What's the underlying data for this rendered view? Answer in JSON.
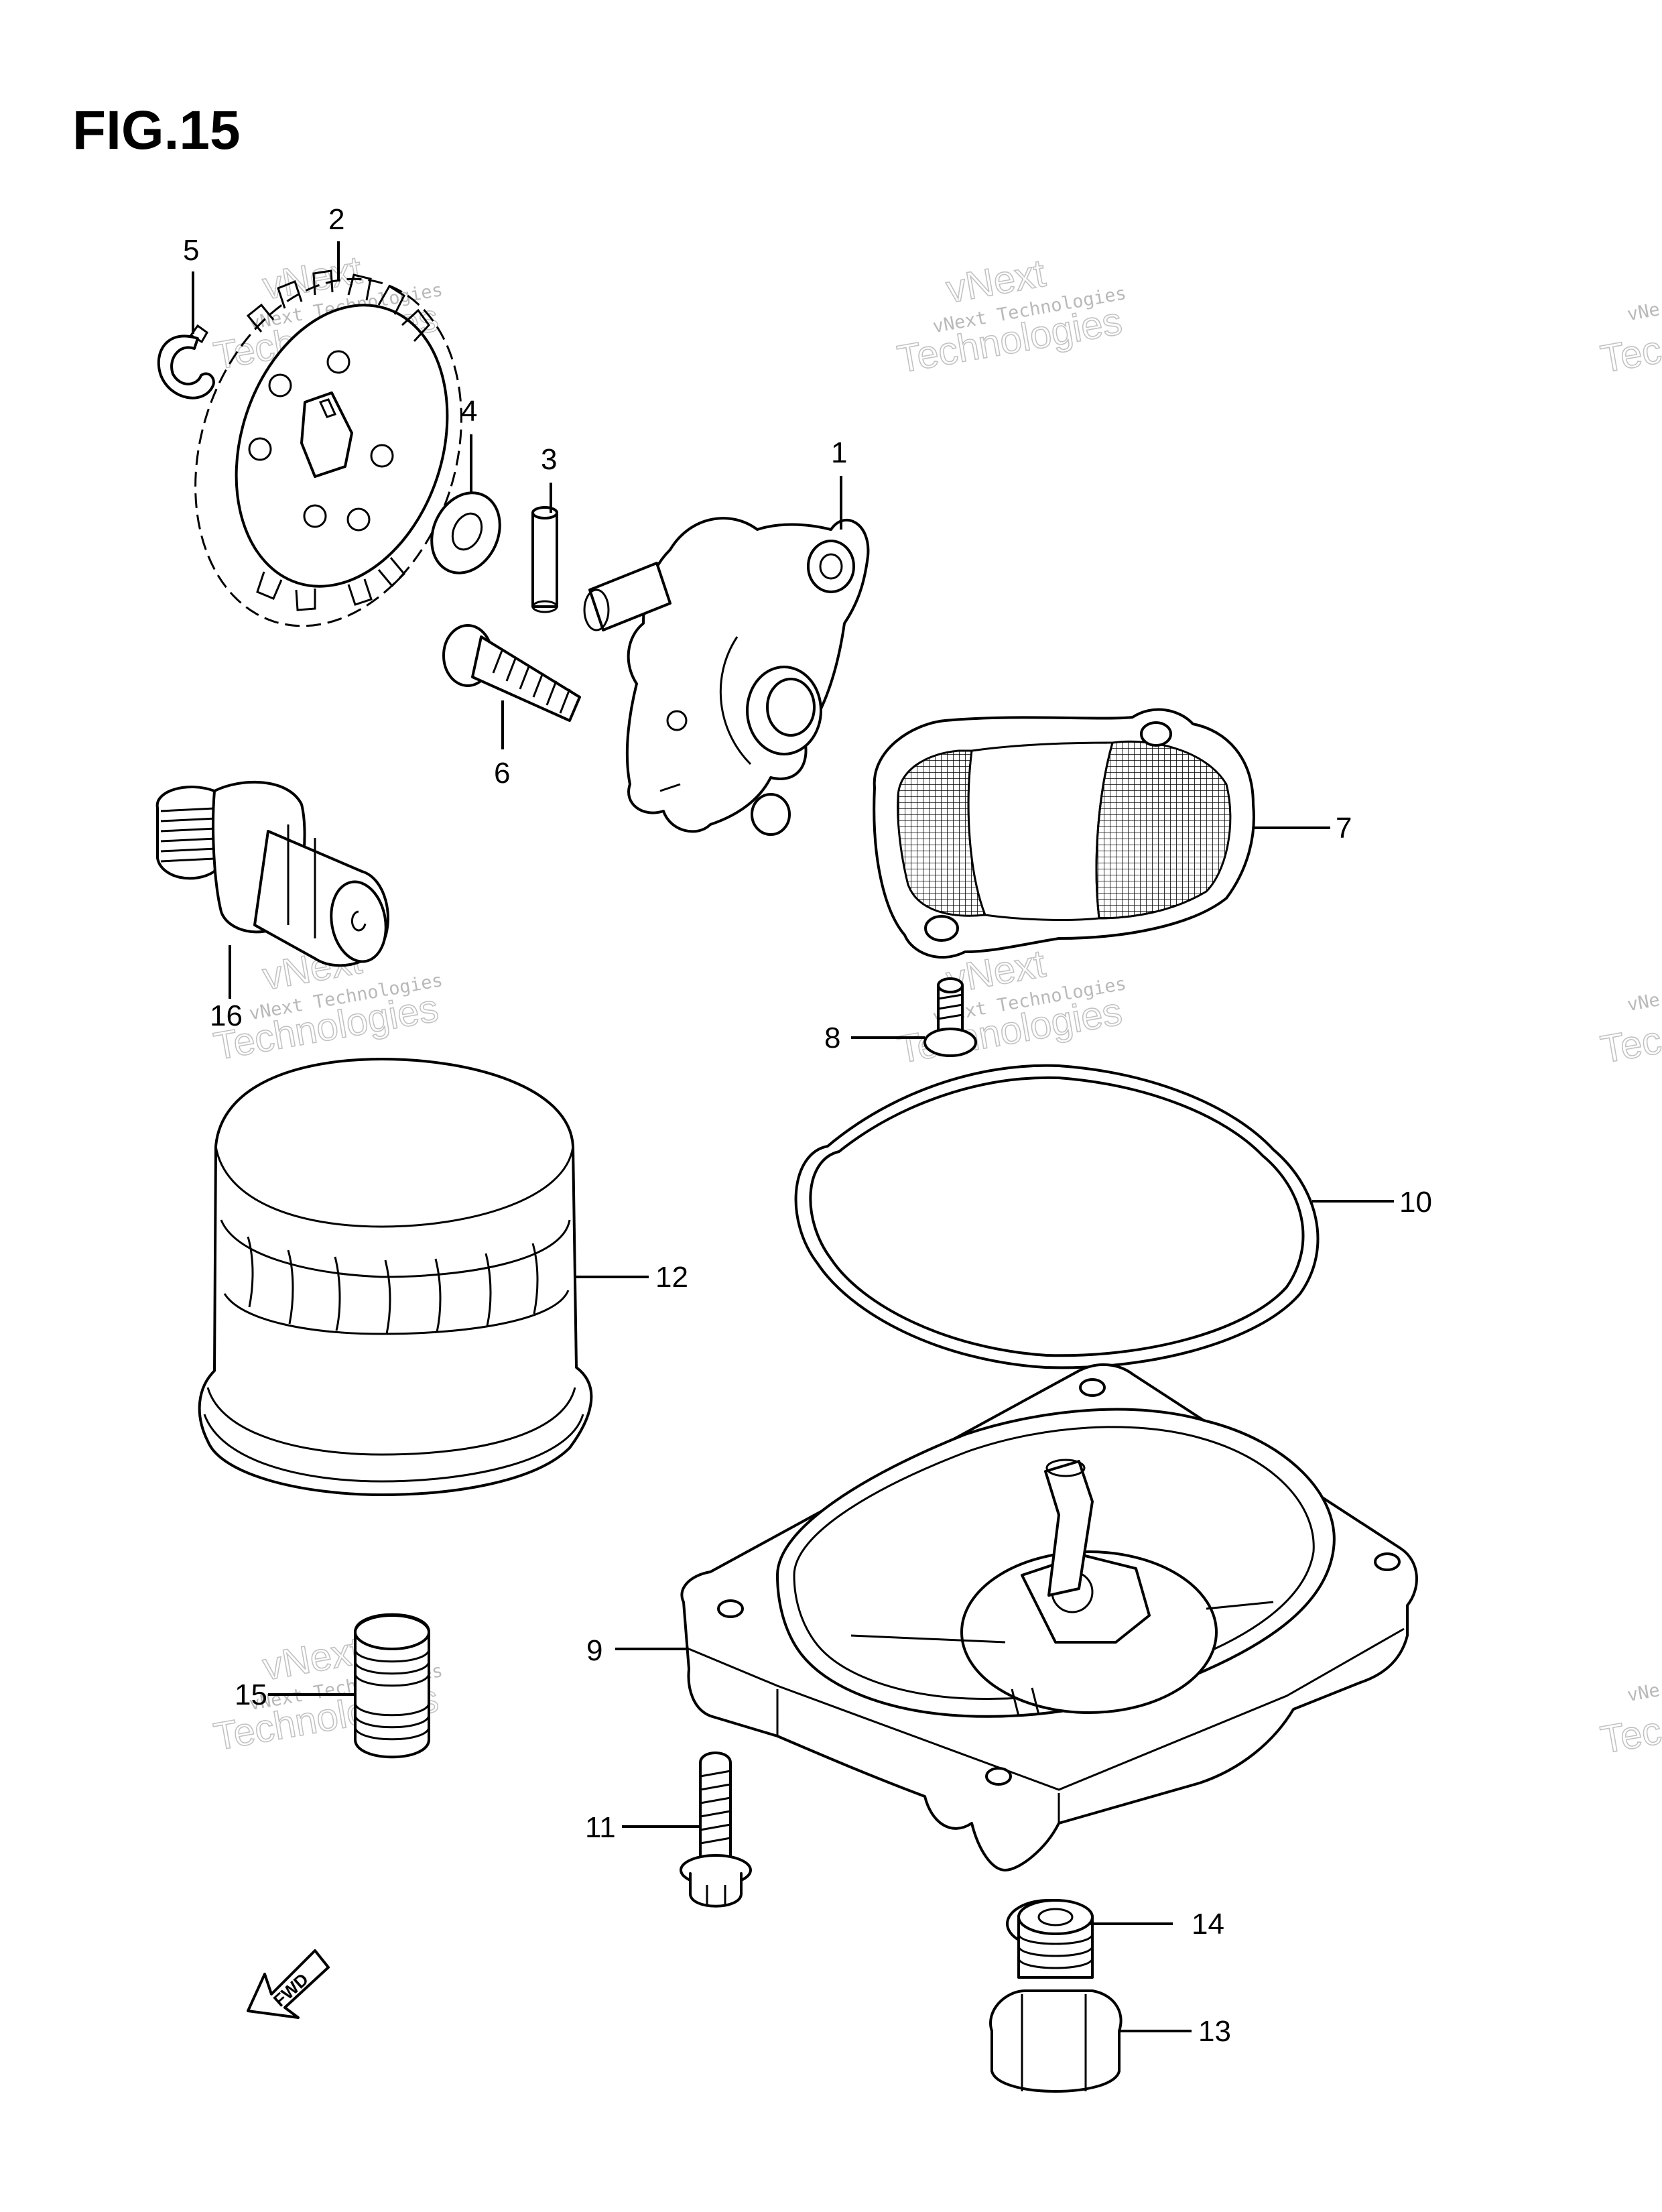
{
  "figure": {
    "title": "FIG.15"
  },
  "callouts": [
    {
      "id": "1",
      "label": "1"
    },
    {
      "id": "2",
      "label": "2"
    },
    {
      "id": "3",
      "label": "3"
    },
    {
      "id": "4",
      "label": "4"
    },
    {
      "id": "5",
      "label": "5"
    },
    {
      "id": "6",
      "label": "6"
    },
    {
      "id": "7",
      "label": "7"
    },
    {
      "id": "8",
      "label": "8"
    },
    {
      "id": "9",
      "label": "9"
    },
    {
      "id": "10",
      "label": "10"
    },
    {
      "id": "11",
      "label": "11"
    },
    {
      "id": "12",
      "label": "12"
    },
    {
      "id": "13",
      "label": "13"
    },
    {
      "id": "14",
      "label": "14"
    },
    {
      "id": "15",
      "label": "15"
    },
    {
      "id": "16",
      "label": "16"
    }
  ],
  "direction_arrow": {
    "label": "FWD"
  },
  "watermark": {
    "line1": "vNext Technologies",
    "line2": "vNext",
    "line3": "Technologies",
    "fragment_a": "vNe",
    "fragment_b": "Tec"
  }
}
